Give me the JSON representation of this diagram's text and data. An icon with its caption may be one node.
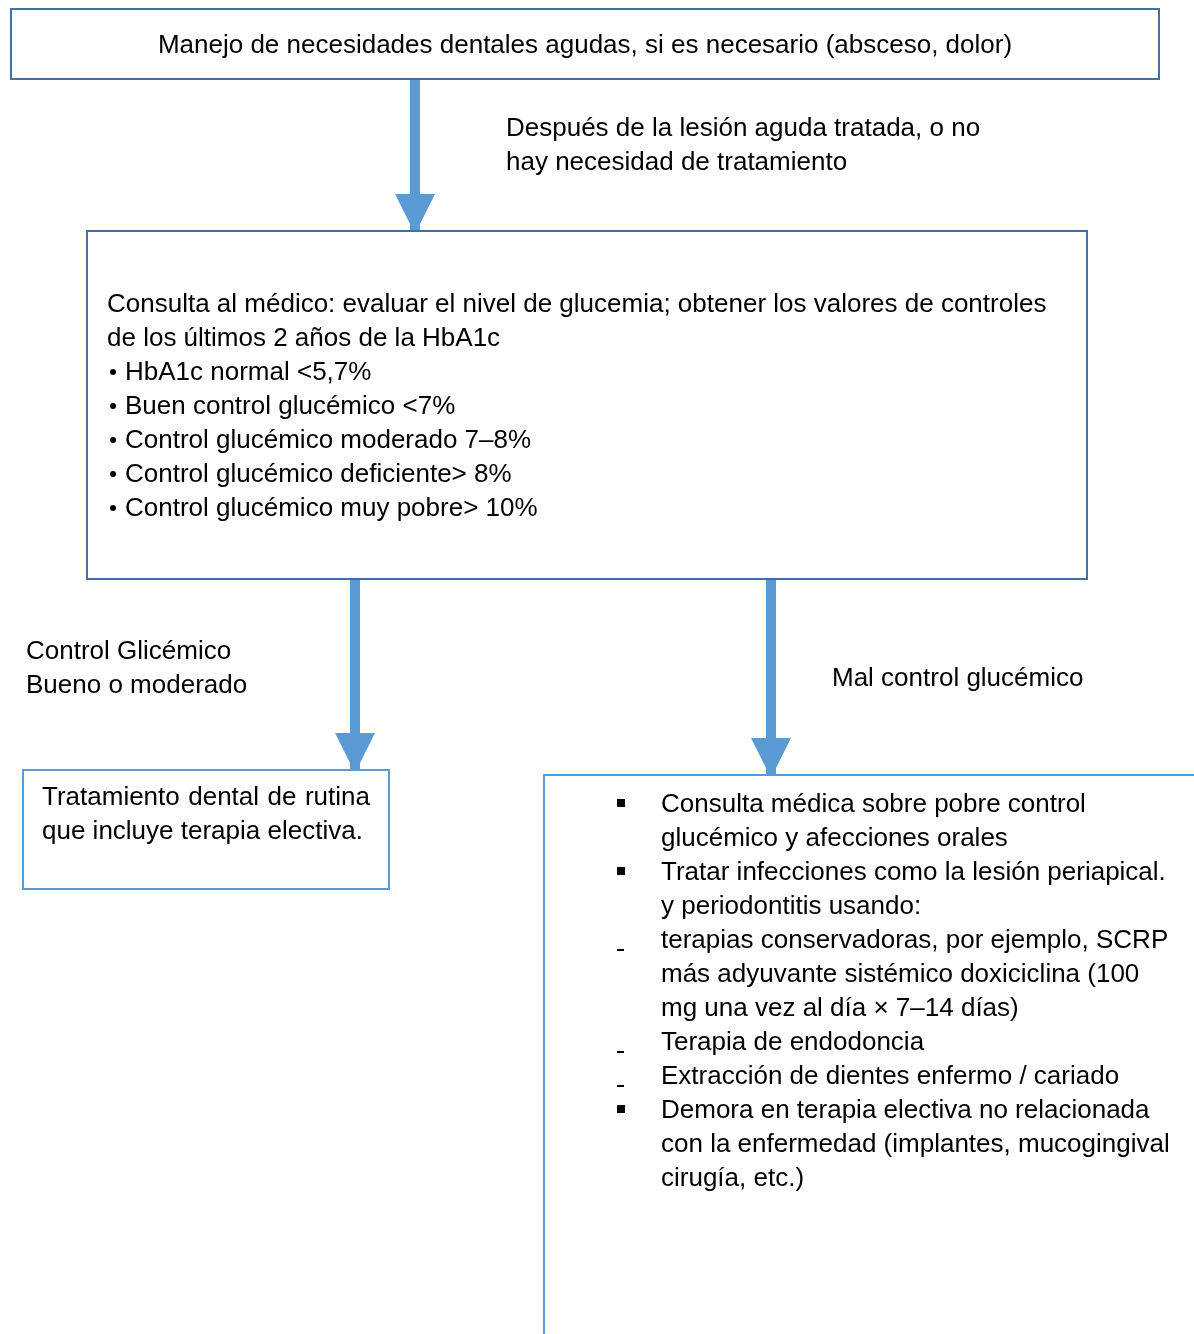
{
  "diagram": {
    "nodes": [
      {
        "text": [
          "Manejo de necesidades dentales agudas, si es necesario (absceso, dolor)"
        ]
      },
      {
        "text": [
          "Consulta al médico: evaluar el nivel de glucemia; obtener los valores de controles de los últimos 2 años de la HbA1c",
          "HbA1c normal <5,7%",
          "Buen control glucémico <7%",
          "Control glucémico moderado 7–8%",
          "Control glucémico deficiente> 8%",
          "Control glucémico muy pobre> 10%"
        ]
      },
      {
        "text": [
          "Tratamiento dental de rutina que incluye terapia electiva."
        ]
      },
      {
        "text": [
          "Consulta médica sobre pobre control glucémico y afecciones orales",
          "Tratar infecciones como la lesión periapical. y periodontitis usando:",
          "terapias conservadoras, por ejemplo, SCRP más adyuvante sistémico doxiciclina (100 mg una vez al día × 7–14 días)",
          "Terapia de endodoncia",
          "Extracción de dientes enfermo / cariado",
          "Demora en terapia electiva no relacionada con la enfermedad (implantes, mucogingival cirugía, etc.)"
        ]
      }
    ],
    "edges": [
      {
        "from": 0,
        "to": 1,
        "arrow": "to",
        "label": "Después de la lesión aguda tratada, o no hay necesidad de tratamiento"
      },
      {
        "from": 1,
        "to": 2,
        "arrow": "to",
        "label": "Control Glicémico Bueno o moderado"
      },
      {
        "from": 1,
        "to": 3,
        "arrow": "to",
        "label": "Mal control glucémico"
      }
    ]
  }
}
